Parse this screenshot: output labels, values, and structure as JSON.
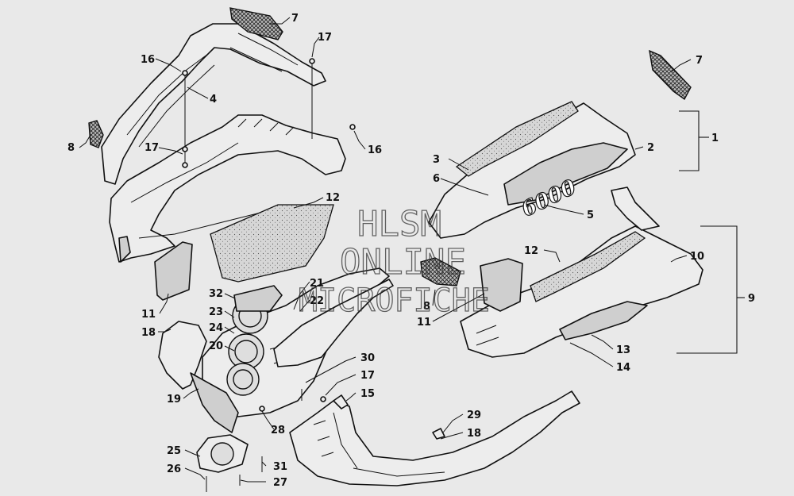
{
  "watermark": {
    "line1": "HLSM",
    "line2": "ONLINE",
    "line3": "MICROFICHE"
  },
  "callouts": [
    {
      "id": "c7a",
      "label": "7"
    },
    {
      "id": "c17a",
      "label": "17"
    },
    {
      "id": "c16a",
      "label": "16"
    },
    {
      "id": "c4",
      "label": "4"
    },
    {
      "id": "c8a",
      "label": "8"
    },
    {
      "id": "c17b",
      "label": "17"
    },
    {
      "id": "c16b",
      "label": "16"
    },
    {
      "id": "c12a",
      "label": "12"
    },
    {
      "id": "c11a",
      "label": "11"
    },
    {
      "id": "c32",
      "label": "32"
    },
    {
      "id": "c23",
      "label": "23"
    },
    {
      "id": "c24",
      "label": "24"
    },
    {
      "id": "c20",
      "label": "20"
    },
    {
      "id": "c18a",
      "label": "18"
    },
    {
      "id": "c19",
      "label": "19"
    },
    {
      "id": "c21",
      "label": "21"
    },
    {
      "id": "c22",
      "label": "22"
    },
    {
      "id": "c28",
      "label": "28"
    },
    {
      "id": "c25",
      "label": "25"
    },
    {
      "id": "c26",
      "label": "26"
    },
    {
      "id": "c31",
      "label": "31"
    },
    {
      "id": "c27",
      "label": "27"
    },
    {
      "id": "c30",
      "label": "30"
    },
    {
      "id": "c17c",
      "label": "17"
    },
    {
      "id": "c15",
      "label": "15"
    },
    {
      "id": "c29",
      "label": "29"
    },
    {
      "id": "c18b",
      "label": "18"
    },
    {
      "id": "c7b",
      "label": "7"
    },
    {
      "id": "c1",
      "label": "1"
    },
    {
      "id": "c2",
      "label": "2"
    },
    {
      "id": "c3",
      "label": "3"
    },
    {
      "id": "c6",
      "label": "6"
    },
    {
      "id": "c5",
      "label": "5"
    },
    {
      "id": "c8b",
      "label": "8"
    },
    {
      "id": "c11b",
      "label": "11"
    },
    {
      "id": "c12b",
      "label": "12"
    },
    {
      "id": "c10",
      "label": "10"
    },
    {
      "id": "c9",
      "label": "9"
    },
    {
      "id": "c13",
      "label": "13"
    },
    {
      "id": "c14",
      "label": "14"
    }
  ]
}
